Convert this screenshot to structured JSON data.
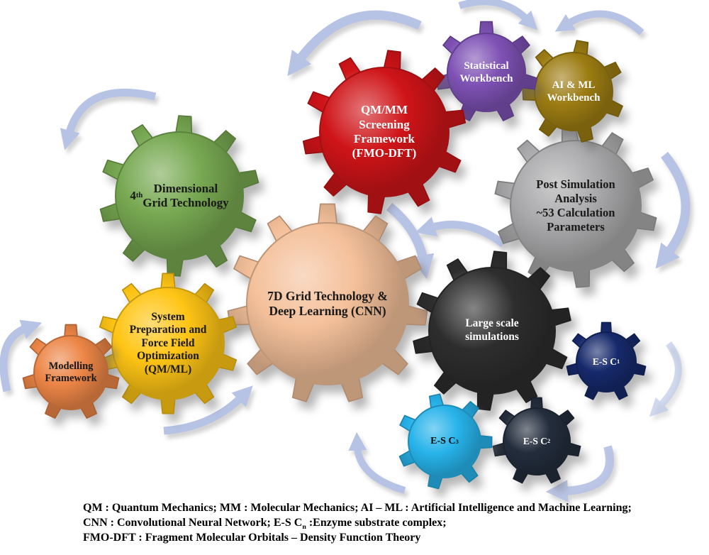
{
  "colors": {
    "arrow": "#b7c3e5"
  },
  "gears": {
    "red": {
      "fill": "#cf1418",
      "text": "#ffffff",
      "label": [
        {
          "t": "QM/MM\nScreening\nFramework\n(FMO-DFT)"
        }
      ]
    },
    "purple": {
      "fill": "#7e51b4",
      "text": "#ffffff",
      "label": [
        {
          "t": "Statistical\nWorkbench"
        }
      ]
    },
    "olive": {
      "fill": "#9c7c12",
      "text": "#ffffff",
      "label": [
        {
          "t": "AI & ML\nWorkbench"
        }
      ]
    },
    "green": {
      "fill": "#77a851",
      "text": "#1a1a1a",
      "label": [
        {
          "t": "4"
        },
        {
          "t": "th",
          "sup": true
        },
        {
          "t": " Dimensional\nGrid Technology"
        }
      ]
    },
    "gray": {
      "fill": "#a9a9ab",
      "text": "#1a1a1a",
      "label": [
        {
          "t": "Post Simulation\nAnalysis\n~53 Calculation\nParameters"
        }
      ]
    },
    "peach": {
      "fill": "#f4c09a",
      "text": "#1a1a1a",
      "label": [
        {
          "t": "7D Grid Technology &\nDeep Learning (CNN)"
        }
      ]
    },
    "yellow": {
      "fill": "#ffc515",
      "text": "#1a1a1a",
      "label": [
        {
          "t": "System\nPreparation and\nForce Field\nOptimization\n(QM/ML)"
        }
      ]
    },
    "orange": {
      "fill": "#ec8546",
      "text": "#1a1a1a",
      "label": [
        {
          "t": "Modelling\nFramework"
        }
      ]
    },
    "black": {
      "fill": "#2e2d2d",
      "text": "#ffffff",
      "label": [
        {
          "t": "Large scale\nsimulations"
        }
      ]
    },
    "navy": {
      "fill": "#16296b",
      "text": "#ffffff",
      "label": [
        {
          "t": "E-S C"
        },
        {
          "t": "1",
          "sub": true
        }
      ]
    },
    "slate": {
      "fill": "#232d3c",
      "text": "#ffffff",
      "label": [
        {
          "t": "E-S C"
        },
        {
          "t": "2",
          "sub": true
        }
      ]
    },
    "cyan": {
      "fill": "#27b3ea",
      "text": "#111111",
      "label": [
        {
          "t": "E-S C"
        },
        {
          "t": "3",
          "sub": true
        }
      ]
    }
  },
  "caption": {
    "lines": [
      [
        {
          "t": "QM : Quantum Mechanics; MM : Molecular Mechanics; AI – ML : Artificial Intelligence and Machine Learning;"
        }
      ],
      [
        {
          "t": "CNN : Convolutional Neural Network; E-S C"
        },
        {
          "t": "n",
          "sub": true
        },
        {
          "t": " :Enzyme substrate complex;"
        }
      ],
      [
        {
          "t": "FMO-DFT : Fragment Molecular Orbitals – Density Function Theory"
        }
      ]
    ]
  }
}
